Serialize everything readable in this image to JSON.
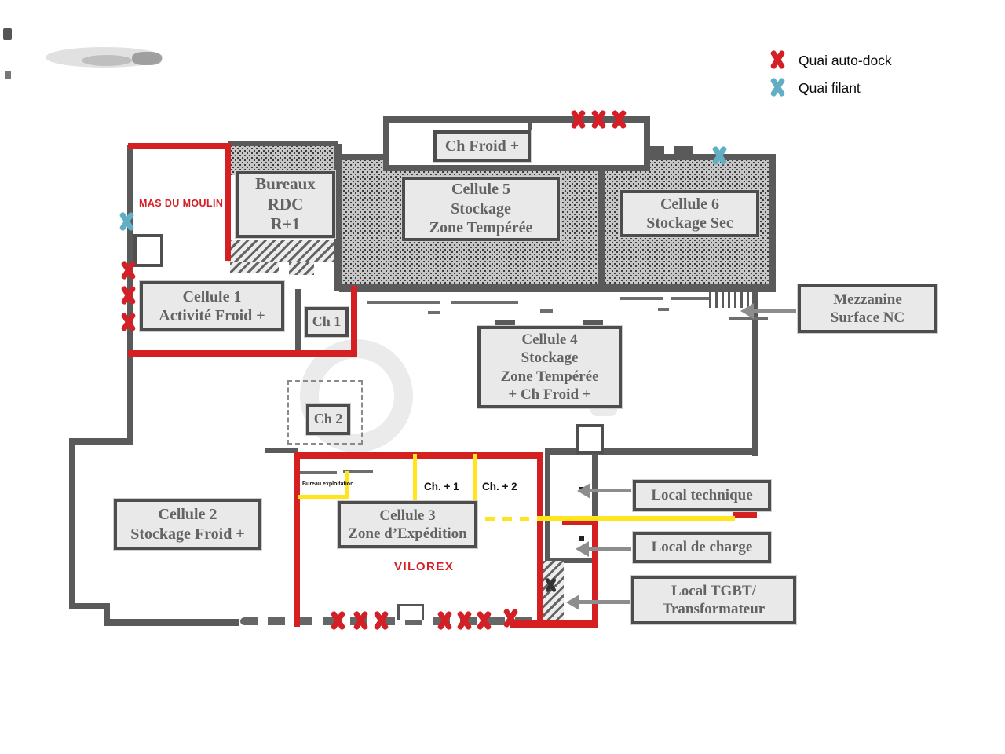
{
  "legend": {
    "auto_dock": "Quai auto-dock",
    "filant": "Quai filant"
  },
  "rooms": {
    "ch_froid": "Ch  Froid +",
    "bureaux": "Bureaux\nRDC\nR+1",
    "cellule5": "Cellule 5\nStockage\nZone Tempérée",
    "cellule6": "Cellule 6\nStockage Sec",
    "cellule1": "Cellule 1\nActivité Froid +",
    "ch1": "Ch 1",
    "ch2": "Ch 2",
    "cellule4": "Cellule 4\nStockage\nZone Tempérée\n+ Ch Froid +",
    "cellule2": "Cellule 2\nStockage Froid +",
    "cellule3": "Cellule 3\nZone d’Expédition",
    "mezzanine": "Mezzanine\nSurface NC",
    "local_technique": "Local technique",
    "local_de_charge": "Local de charge",
    "local_tgbt": "Local TGBT/\nTransformateur"
  },
  "annotations": {
    "site_name_1": "MAS DU MOULIN",
    "site_name_2": "VILOREX",
    "bureau_exploitation": "Bureau exploitation",
    "ch_plus_1": "Ch. + 1",
    "ch_plus_2": "Ch.  + 2"
  },
  "colors": {
    "quai_auto_dock": "#d41f26",
    "quai_filant": "#62aec5",
    "wall": "#5a5a5a",
    "zone_boundary_red": "#d42020",
    "zone_line_yellow": "#ffe41e"
  }
}
